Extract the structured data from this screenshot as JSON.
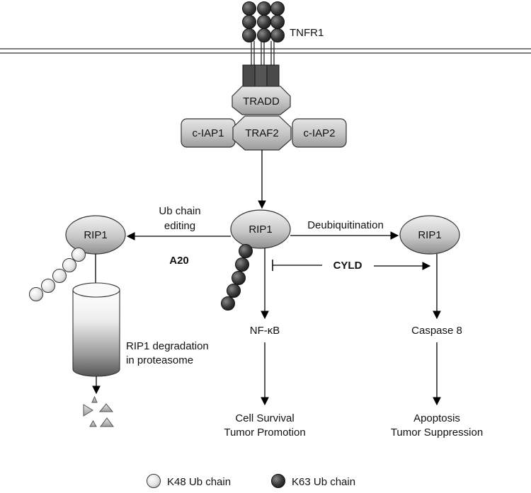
{
  "receptor": {
    "label": "TNFR1"
  },
  "complex": {
    "tradd": "TRADD",
    "traf2": "TRAF2",
    "ciap1": "c-IAP1",
    "ciap2": "c-IAP2"
  },
  "rip1": {
    "left": "RIP1",
    "center": "RIP1",
    "right": "RIP1"
  },
  "edges": {
    "ub_editing_line1": "Ub chain",
    "ub_editing_line2": "editing",
    "deubiquitination": "Deubiquitination",
    "a20": "A20",
    "cyld": "CYLD"
  },
  "outcomes": {
    "degradation_line1": "RIP1 degradation",
    "degradation_line2": "in proteasome",
    "nfkb": "NF-κB",
    "caspase8": "Caspase 8",
    "survival_line1": "Cell Survival",
    "survival_line2": "Tumor Promotion",
    "apoptosis_line1": "Apoptosis",
    "apoptosis_line2": "Tumor Suppression"
  },
  "legend": {
    "k48": "K48 Ub chain",
    "k63": "K63 Ub chain"
  },
  "colors": {
    "k48_fill": "#e6e6e6",
    "k63_fill": "#444444",
    "membrane": "#555555",
    "receptor_dark": "#4d4d4d"
  }
}
